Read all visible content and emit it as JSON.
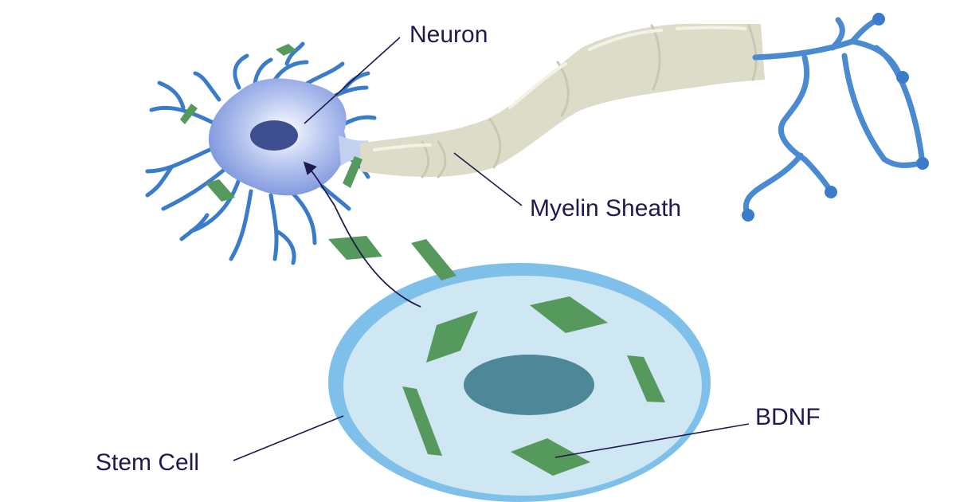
{
  "labels": {
    "neuron": "Neuron",
    "myelin_sheath": "Myelin Sheath",
    "stem_cell": "Stem Cell",
    "bdnf": "BDNF"
  },
  "colors": {
    "neuron_body": "#7f9be0",
    "neuron_nucleus": "#3e4e8e",
    "dendrites": "#3a7cc9",
    "myelin": "#dcdcc9",
    "stem_cell_membrane": "#7fc0ea",
    "stem_cell_cytoplasm": "#cfe6f3",
    "stem_cell_nucleus": "#4e8798",
    "bdnf": "#55995c",
    "label_text": "#1f1a4d"
  }
}
